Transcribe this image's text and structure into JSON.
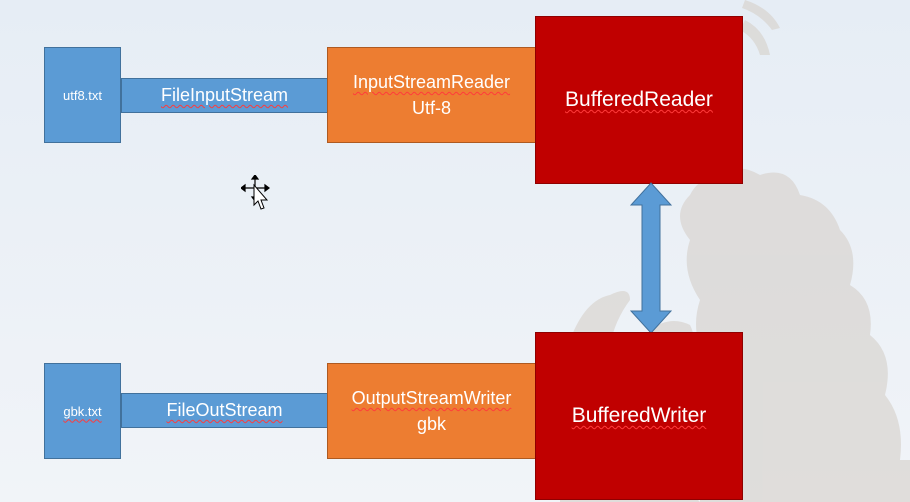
{
  "top_flow": {
    "source_file": "utf8.txt",
    "byte_stream": "FileInputStream",
    "converter_line1": "InputStreamReader",
    "converter_line2": "Utf-8",
    "buffer": "BufferedReader"
  },
  "bottom_flow": {
    "target_file": "gbk.txt",
    "byte_stream": "FileOutStream",
    "converter_line1": "OutputStreamWriter",
    "converter_line2": "gbk",
    "buffer": "BufferedWriter"
  },
  "colors": {
    "file_blue": "#5b9bd5",
    "converter_orange": "#ed7d31",
    "buffer_red": "#c00000",
    "arrow_blue": "#5b9bd5",
    "spellcheck_red": "#ff3b3b"
  },
  "icons": {
    "cursor": "move-cursor-icon",
    "connector": "double-headed-arrow"
  }
}
